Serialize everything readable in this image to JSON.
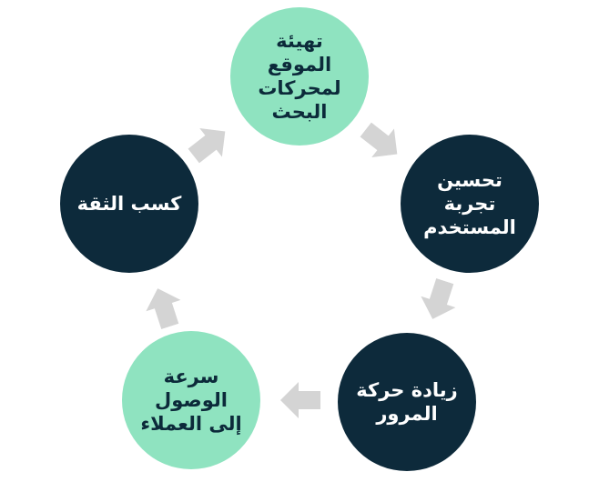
{
  "diagram": {
    "nodes": [
      {
        "id": "top",
        "label": "تهيئة\nالموقع\nلمحركات\nالبحث"
      },
      {
        "id": "right",
        "label": "تحسين\nتجربة\nالمستخدم"
      },
      {
        "id": "bottom-right",
        "label": "زيادة حركة\nالمرور"
      },
      {
        "id": "bottom-left",
        "label": "سرعة\nالوصول\nإلى العملاء"
      },
      {
        "id": "left",
        "label": "كسب الثقة"
      }
    ],
    "colors": {
      "teal": "#8fe3c0",
      "dark": "#0d2a3b",
      "arrow": "#d4d4d4"
    }
  }
}
